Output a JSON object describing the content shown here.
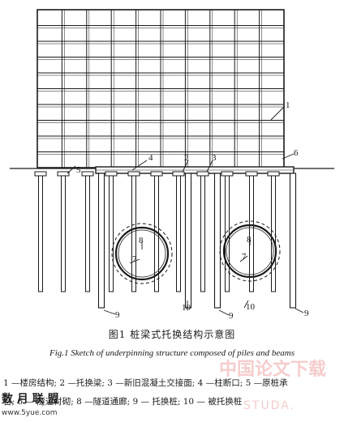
{
  "figure": {
    "callouts": {
      "c1": "1",
      "c2": "2",
      "c3": "3",
      "c4": "4",
      "c5": "5",
      "c6": "6",
      "c7a": "7",
      "c7b": "7",
      "c8a": "8",
      "c8b": "8",
      "c9a": "9",
      "c9b": "9",
      "c9c": "9",
      "c10a": "10",
      "c10b": "10"
    }
  },
  "caption": {
    "zh": "图1    桩梁式托换结构示意图",
    "en": "Fig.1    Sketch of underpinning structure composed of piles and beams"
  },
  "legend": {
    "line1": "1 —楼房结构; 2 —托换梁; 3 —新旧混凝土交接面; 4 —柱断口; 5 —原桩承",
    "line2": "台;    6 —  隧道衬砌; 8 —隧道通廊; 9 — 托换桩; 10 — 被托换桩"
  },
  "watermark": {
    "left": "数 月 联 盟",
    "left_url": "www.5yue.com",
    "right": "中国论文下载",
    "right_url": "STUDA."
  }
}
